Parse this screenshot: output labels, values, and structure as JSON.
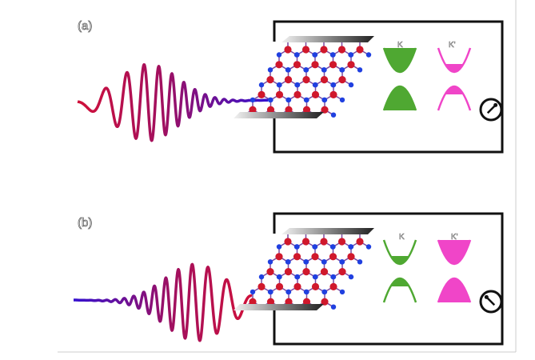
{
  "panels": [
    {
      "label": "(a)",
      "valleys": [
        {
          "label": "K",
          "fill": "full"
        },
        {
          "label": "K'",
          "fill": "partial"
        }
      ],
      "pulse": "red-to-blue",
      "meter_needle": "right"
    },
    {
      "label": "(b)",
      "valleys": [
        {
          "label": "K",
          "fill": "partial"
        },
        {
          "label": "K'",
          "fill": "full"
        }
      ],
      "pulse": "blue-to-red",
      "meter_needle": "left"
    }
  ],
  "colors": {
    "valley_K": "#4fa832",
    "valley_Kp": "#f045c8",
    "atom_red": "#d0182c",
    "atom_blue": "#2040e0",
    "pulse_red": "#d0103a",
    "pulse_blue": "#3410d0"
  }
}
